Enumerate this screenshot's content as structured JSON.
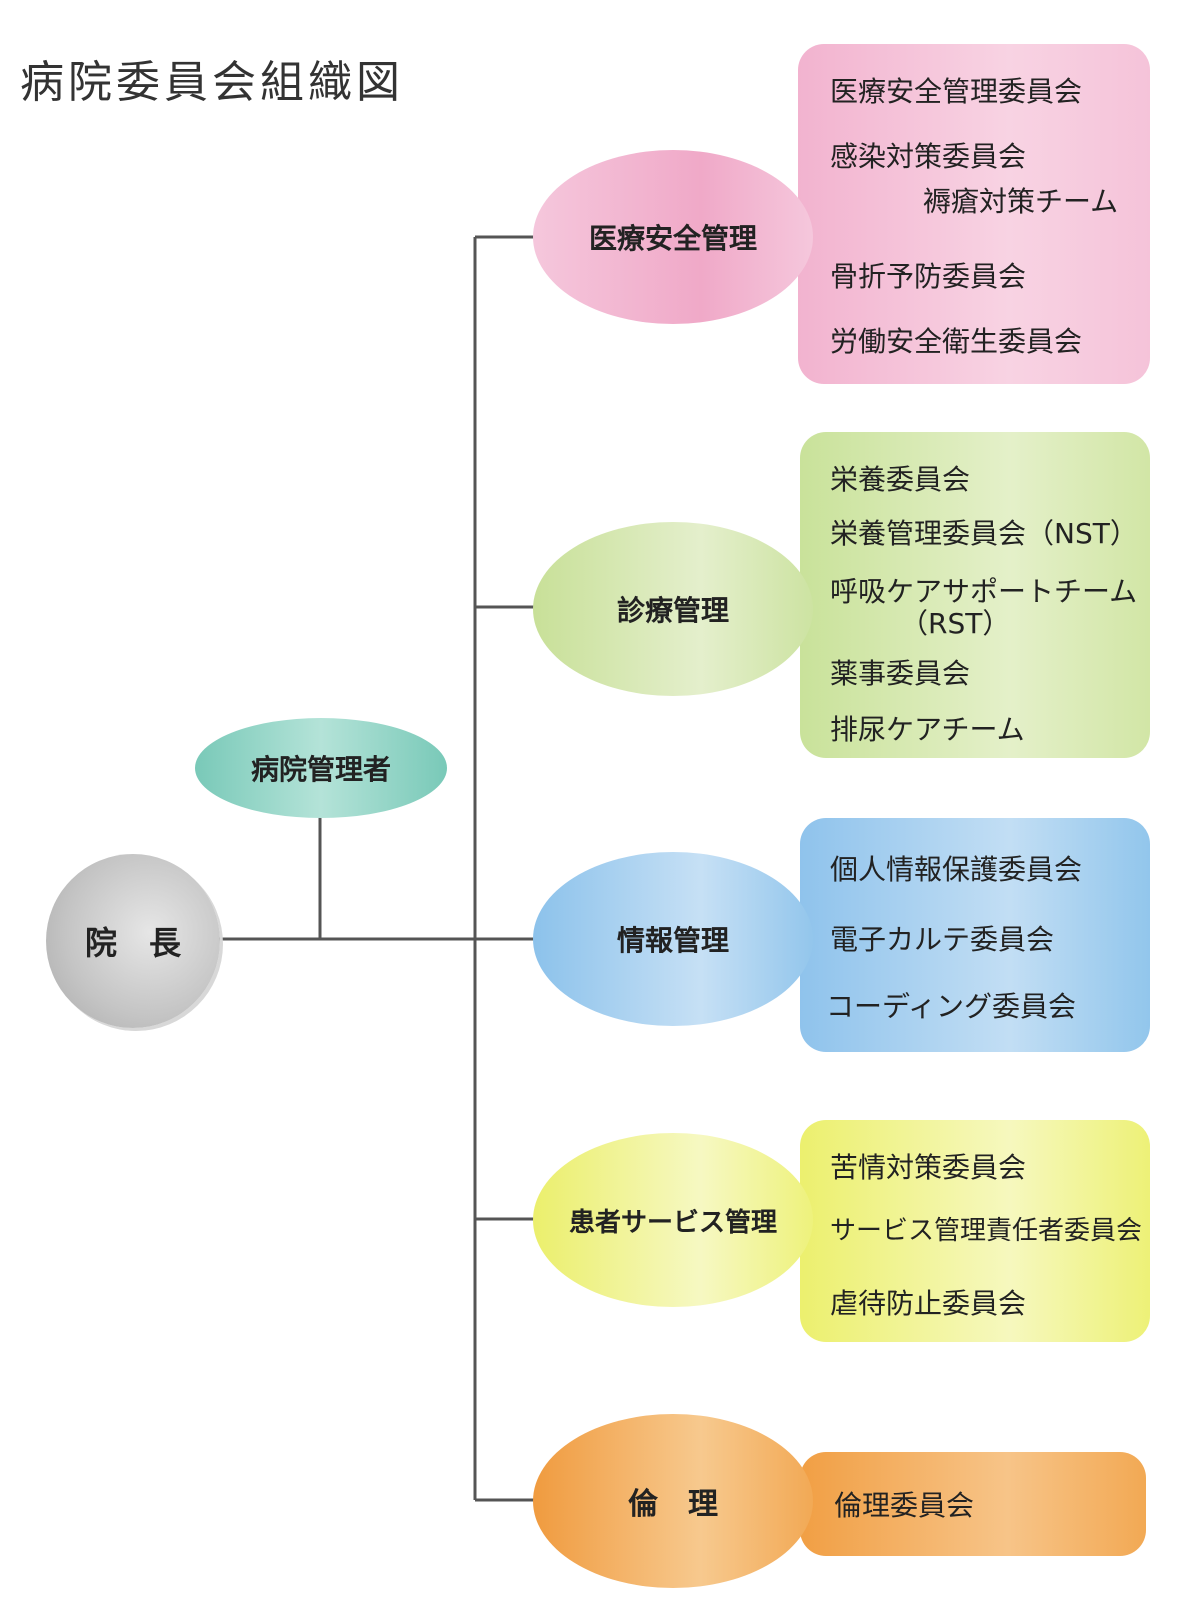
{
  "title": "病院委員会組織図",
  "director": "院　長",
  "administrators": "病院管理者",
  "colors": {
    "line": "#555555",
    "director": "#c9c9c9",
    "administrators": "#8fd3c4",
    "safety": "#f5c1d7",
    "medical": "#d3e6a8",
    "info": "#9ccbee",
    "patient": "#eef283",
    "ethics": "#f2ad5c"
  },
  "categories": [
    {
      "id": "safety",
      "label": "医療安全管理",
      "items": [
        "医療安全管理委員会",
        "感染対策委員会",
        "褥瘡対策チーム",
        "骨折予防委員会",
        "労働安全衛生委員会"
      ]
    },
    {
      "id": "medical",
      "label": "診療管理",
      "items": [
        "栄養委員会",
        "栄養管理委員会（NST）",
        "呼吸ケアサポートチーム",
        "（RST）",
        "薬事委員会",
        "排尿ケアチーム"
      ]
    },
    {
      "id": "info",
      "label": "情報管理",
      "items": [
        "個人情報保護委員会",
        "電子カルテ委員会",
        "コーディング委員会"
      ]
    },
    {
      "id": "patient",
      "label": "患者サービス管理",
      "items": [
        "苦情対策委員会",
        "サービス管理責任者委員会",
        "虐待防止委員会"
      ]
    },
    {
      "id": "ethics",
      "label": "倫　理",
      "items": [
        "倫理委員会"
      ]
    }
  ]
}
